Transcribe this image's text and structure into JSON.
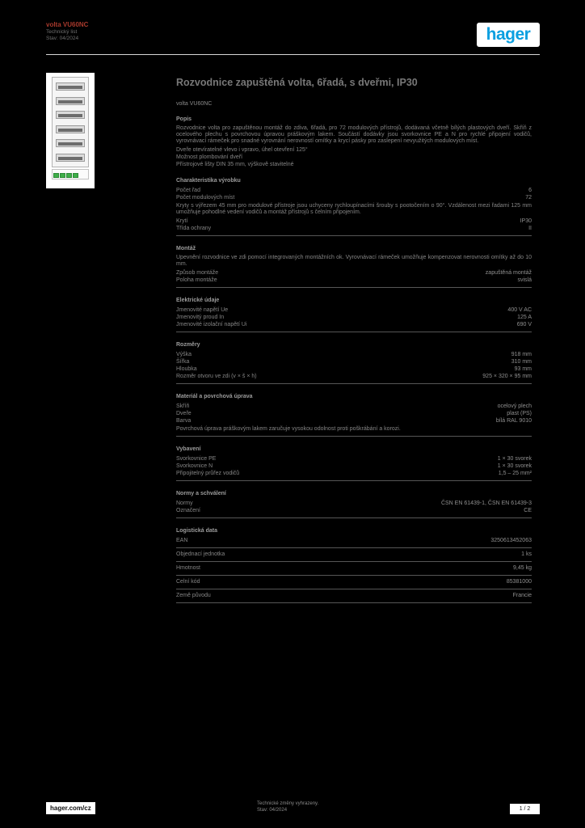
{
  "header": {
    "product_ref": "volta VU60NC",
    "doc_type": "Technický list",
    "doc_date": "Stav: 04/2024",
    "logo_text": "hager"
  },
  "title": "Rozvodnice zapuštěná volta, 6řadá, s dveřmi, IP30",
  "subtitle": "volta VU60NC",
  "image": {
    "alt": "rozvodnice volta, 6řadá",
    "rows": 6,
    "terminals": 4,
    "accent_green": "#3fae49"
  },
  "brand_colors": {
    "hager_blue": "#0a9fe0",
    "ref_red": "#a8392c"
  },
  "sections": [
    {
      "heading": "Popis",
      "blocks": [
        {
          "p": "Rozvodnice volta pro zapuštěnou montáž do zdiva, 6řadá, pro 72 modulových přístrojů, dodávaná včetně bílých plastových dveří. Skříň z ocelového plechu s povrchovou úpravou práškovým lakem. Součástí dodávky jsou svorkovnice PE a N pro rychlé připojení vodičů, vyrovnávací rámeček pro snadné vyrovnání nerovností omítky a krycí pásky pro zaslepení nevyužitých modulových míst."
        },
        {
          "l": "Dveře otevíratelné vlevo i vpravo, úhel otevření 125°"
        },
        {
          "l": "Možnost plombování dveří"
        },
        {
          "l": "Přístrojové lišty DIN 35 mm, výškově stavitelné"
        }
      ]
    },
    {
      "heading": "Charakteristika výrobku",
      "blocks": [
        {
          "l": "Počet řad",
          "v": "6"
        },
        {
          "l": "Počet modulových míst",
          "v": "72"
        },
        {
          "p": "Kryty s výřezem 45 mm pro modulové přístroje jsou uchyceny rychloupínacími šrouby s pootočením o 90°. Vzdálenost mezi řadami 125 mm umožňuje pohodlné vedení vodičů a montáž přístrojů s čelním připojením."
        },
        {
          "l": "Krytí",
          "v": "IP30"
        },
        {
          "l": "Třída ochrany",
          "v": "II"
        }
      ],
      "rule_after": true
    },
    {
      "heading": "Montáž",
      "blocks": [
        {
          "p": "Upevnění rozvodnice ve zdi pomocí integrovaných montážních ok. Vyrovnávací rámeček umožňuje kompenzovat nerovnosti omítky až do 10 mm."
        },
        {
          "l": "Způsob montáže",
          "v": "zapuštěná montáž"
        },
        {
          "l": "Poloha montáže",
          "v": "svislá"
        }
      ],
      "rule_after": true
    },
    {
      "heading": "Elektrické údaje",
      "blocks": [
        {
          "l": "Jmenovité napětí Ue",
          "v": "400 V AC"
        },
        {
          "l": "Jmenovitý proud In",
          "v": "125 A"
        },
        {
          "l": "Jmenovité izolační napětí Ui",
          "v": "690 V"
        }
      ],
      "rule_after": true
    },
    {
      "heading": "Rozměry",
      "blocks": [
        {
          "l": "Výška",
          "v": "918 mm"
        },
        {
          "l": "Šířka",
          "v": "310 mm"
        },
        {
          "l": "Hloubka",
          "v": "93 mm"
        },
        {
          "l": "Rozměr otvoru ve zdi (v × š × h)",
          "v": "925 × 320 × 95 mm"
        }
      ],
      "rule_after": true
    },
    {
      "heading": "Materiál a povrchová úprava",
      "blocks": [
        {
          "l": "Skříň",
          "v": "ocelový plech"
        },
        {
          "l": "Dveře",
          "v": "plast (PS)"
        },
        {
          "l": "Barva",
          "v": "bílá RAL 9010"
        },
        {
          "p": "Povrchová úprava práškovým lakem zaručuje vysokou odolnost proti poškrábání a korozi."
        }
      ],
      "rule_after": true
    },
    {
      "heading": "Vybavení",
      "blocks": [
        {
          "l": "Svorkovnice PE",
          "v": "1 × 30 svorek"
        },
        {
          "l": "Svorkovnice N",
          "v": "1 × 30 svorek"
        },
        {
          "l": "Připojitelný průřez vodičů",
          "v": "1,5 – 25 mm²"
        }
      ],
      "rule_after": true
    },
    {
      "heading": "Normy a schválení",
      "blocks": [
        {
          "l": "Normy",
          "v": "ČSN EN 61439-1, ČSN EN 61439-3"
        },
        {
          "l": "Označení",
          "v": "CE"
        }
      ],
      "rule_after": true
    },
    {
      "heading": "Logistická data",
      "ruled": true,
      "blocks": [
        {
          "l": "EAN",
          "v": "3250613452063"
        },
        {
          "l": "Objednací jednotka",
          "v": "1 ks"
        },
        {
          "l": "Hmotnost",
          "v": "9,45 kg"
        },
        {
          "l": "Celní kód",
          "v": "85381000"
        },
        {
          "l": "Země původu",
          "v": "Francie"
        }
      ]
    }
  ],
  "footer": {
    "url": "hager.com/cz",
    "center_line1": "Technické změny vyhrazeny.",
    "center_line2": "Stav: 04/2024",
    "page": "1 / 2"
  }
}
